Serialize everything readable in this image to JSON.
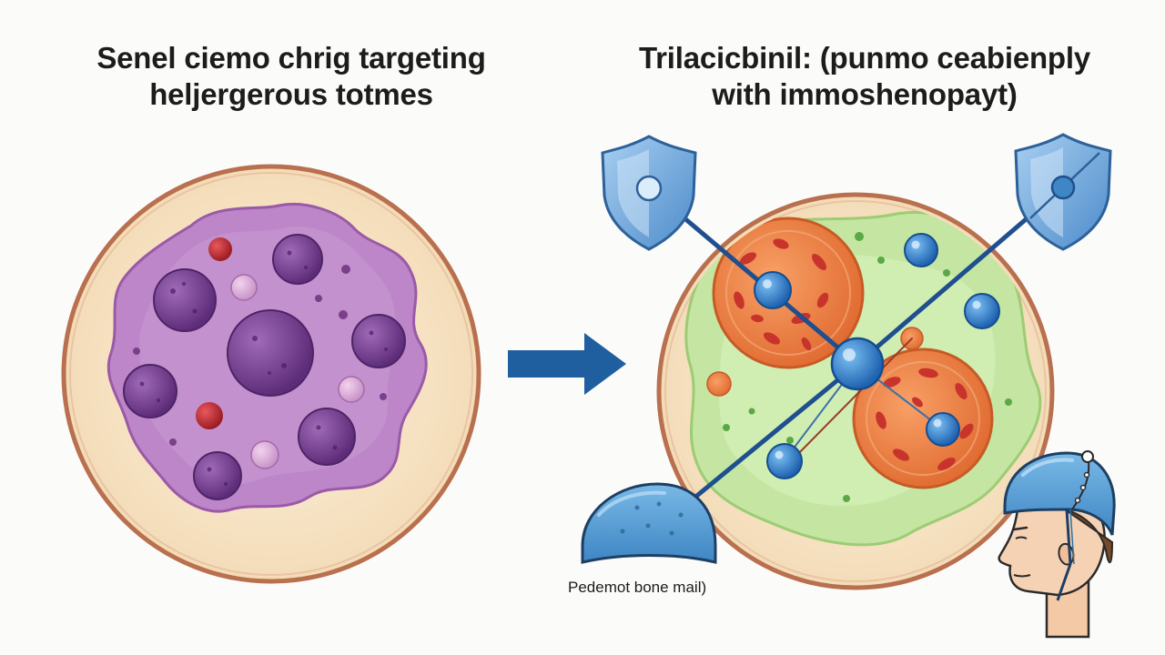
{
  "left_panel": {
    "heading_line1": "Senel ciemo chrig targeting",
    "heading_line2": "heljergerous totmes"
  },
  "right_panel": {
    "heading_line1": "Trilacicbinil: (punmo ceabienply",
    "heading_line2": "with immoshenopayt)",
    "bone_caption": "Pedemot bone mail)"
  },
  "icons": {
    "arrow": "right-arrow-icon",
    "shields": "shield-icon",
    "helmet": "helmet-icon"
  },
  "colors": {
    "ring": "#c07a5a",
    "dish_fill": "#f7e8cc",
    "tumor_purple": "#b87fc4",
    "nucleus_purple": "#7b4094",
    "red_cell": "#c8343a",
    "arrow_blue": "#1f5fa0",
    "shield_blue": "#6ea6db",
    "orange_cell": "#ee7f45",
    "green_matrix": "#bfe39a",
    "immune_blue": "#2f83d1"
  }
}
